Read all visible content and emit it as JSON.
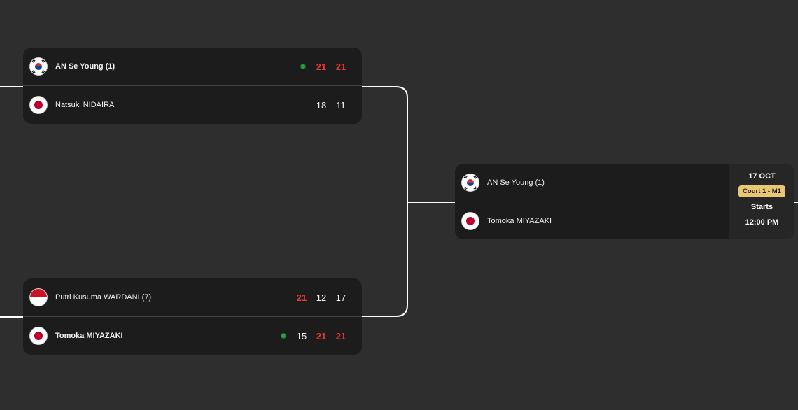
{
  "colors": {
    "background": "#2e2e2e",
    "card": "#1c1c1c",
    "winning_score": "#e53935",
    "live_dot": "#2e9b4e",
    "court_badge": "#e8c875",
    "connector": "#ffffff"
  },
  "matches": [
    {
      "players": [
        {
          "name": "AN Se Young (1)",
          "country_flag": "korea-flag-icon",
          "is_winner": true,
          "live": true,
          "scores": [
            "21",
            "21",
            ""
          ],
          "score_won": [
            true,
            true,
            false
          ]
        },
        {
          "name": "Natsuki NIDAIRA",
          "country_flag": "japan-flag-icon",
          "is_winner": false,
          "live": false,
          "scores": [
            "18",
            "11",
            ""
          ],
          "score_won": [
            false,
            false,
            false
          ]
        }
      ]
    },
    {
      "players": [
        {
          "name": "Putri Kusuma WARDANI (7)",
          "country_flag": "indonesia-flag-icon",
          "is_winner": false,
          "live": false,
          "scores": [
            "21",
            "12",
            "17"
          ],
          "score_won": [
            true,
            false,
            false
          ]
        },
        {
          "name": "Tomoka MIYAZAKI",
          "country_flag": "japan-flag-icon",
          "is_winner": true,
          "live": true,
          "scores": [
            "15",
            "21",
            "21"
          ],
          "score_won": [
            false,
            true,
            true
          ]
        }
      ]
    },
    {
      "players": [
        {
          "name": "AN Se Young (1)",
          "country_flag": "korea-flag-icon"
        },
        {
          "name": "Tomoka MIYAZAKI",
          "country_flag": "japan-flag-icon"
        }
      ],
      "schedule": {
        "date": "17 OCT",
        "court": "Court 1 - M1",
        "starts_label": "Starts",
        "time": "12:00 PM"
      }
    }
  ]
}
